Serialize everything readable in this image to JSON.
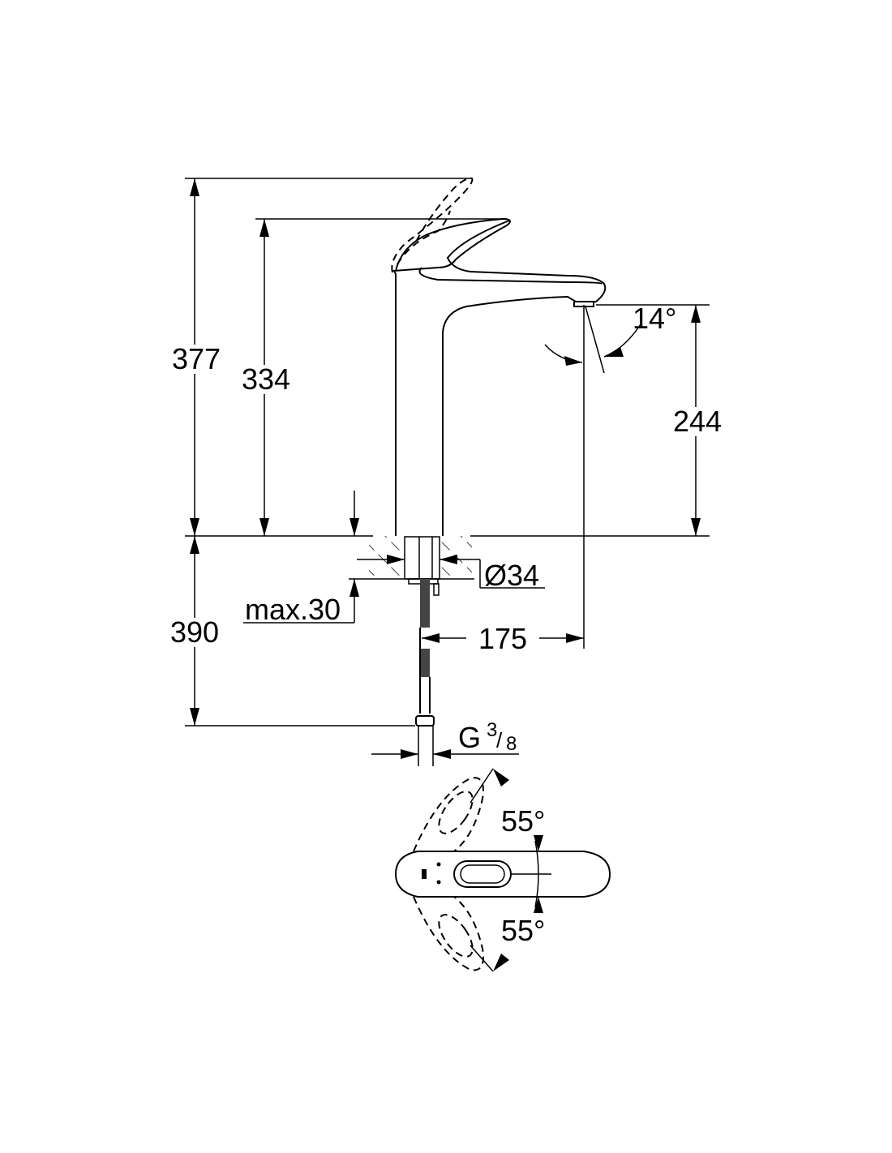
{
  "drawing": {
    "title": "Basin mixer dimension drawing",
    "dimensions": {
      "total_height": "377",
      "body_height": "334",
      "spout_height": "244",
      "below_deck": "390",
      "deck_hole": "Ø34",
      "max_deck": "max.30",
      "projection": "175",
      "spout_angle": "14°",
      "thread_g": "G",
      "thread_num": "3",
      "thread_den": "8",
      "lever_angle_up": "55°",
      "lever_angle_down": "55°"
    },
    "colors": {
      "line": "#000000",
      "background": "#ffffff"
    }
  }
}
